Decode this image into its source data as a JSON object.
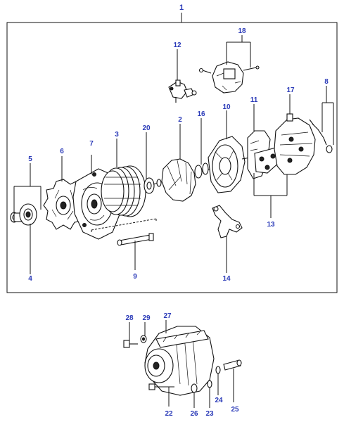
{
  "callouts": {
    "c1": "1",
    "c2": "2",
    "c3": "3",
    "c4": "4",
    "c5": "5",
    "c6": "6",
    "c7": "7",
    "c8": "8",
    "c9": "9",
    "c10": "10",
    "c11": "11",
    "c12": "12",
    "c13": "13",
    "c14": "14",
    "c16": "16",
    "c17": "17",
    "c18": "18",
    "c20": "20",
    "c22": "22",
    "c23": "23",
    "c24": "24",
    "c25": "25",
    "c26": "26",
    "c27": "27",
    "c28": "28",
    "c29": "29"
  },
  "colors": {
    "callout": "#2a3ab8",
    "line": "#111111",
    "background": "#ffffff"
  }
}
